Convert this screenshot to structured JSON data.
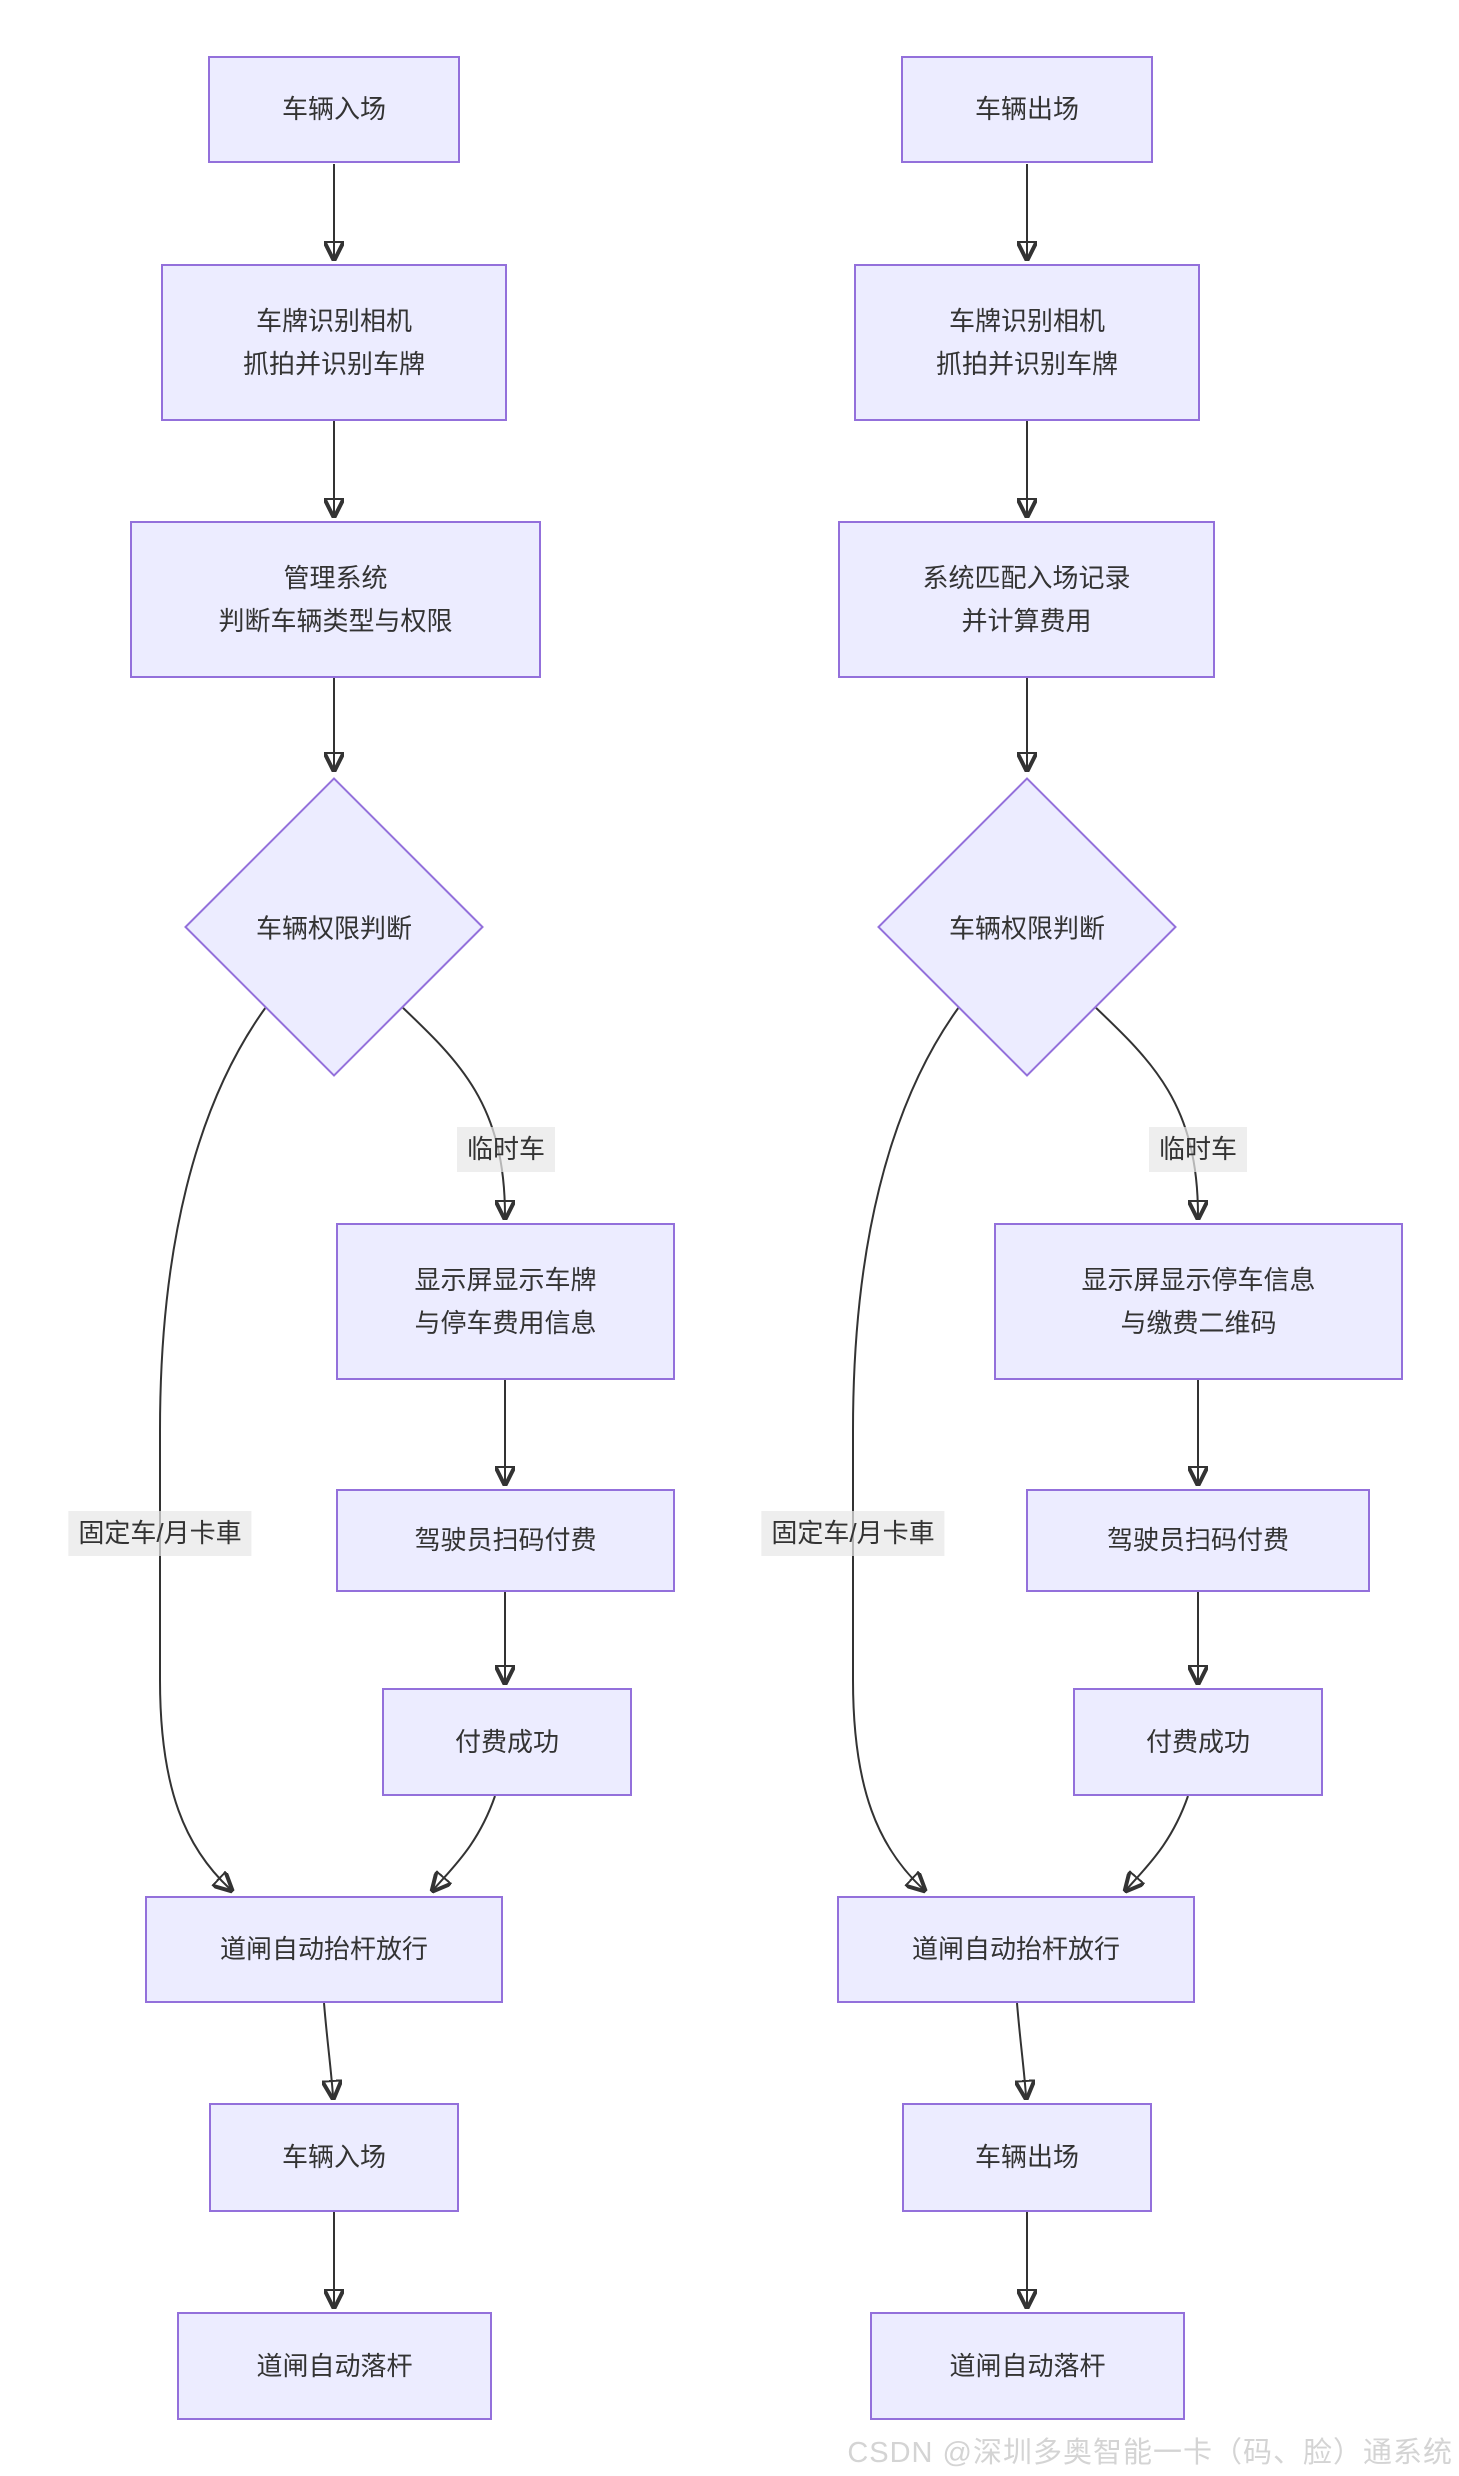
{
  "colors": {
    "node_fill": "#ECECFF",
    "node_border": "#9370DB",
    "edge": "#333333",
    "text": "#333333",
    "edge_label_bg": "#E8E8E8",
    "watermark": "#D4D4D4"
  },
  "watermark": "CSDN @深圳多奥智能一卡（码、脸）通系统",
  "flows": [
    {
      "nodes": {
        "start": "车辆入场",
        "camera": "车牌识别相机\n抓拍并识别车牌",
        "check": "管理系统\n判断车辆类型与权限",
        "decision": "车辆权限判断",
        "display": "显示屏显示车牌\n与停车费用信息",
        "scan_pay": "驾驶员扫码付费",
        "pay_ok": "付费成功",
        "gate_open": "道闸自动抬杆放行",
        "pass": "车辆入场",
        "gate_down": "道闸自动落杆"
      },
      "labels": {
        "temp": "临时车",
        "fixed": "固定车/月卡車"
      }
    },
    {
      "nodes": {
        "start": "车辆出场",
        "camera": "车牌识别相机\n抓拍并识别车牌",
        "check": "系统匹配入场记录\n并计算费用",
        "decision": "车辆权限判断",
        "display": "显示屏显示停车信息\n与缴费二维码",
        "scan_pay": "驾驶员扫码付费",
        "pay_ok": "付费成功",
        "gate_open": "道闸自动抬杆放行",
        "pass": "车辆出场",
        "gate_down": "道闸自动落杆"
      },
      "labels": {
        "temp": "临时车",
        "fixed": "固定车/月卡車"
      }
    }
  ]
}
